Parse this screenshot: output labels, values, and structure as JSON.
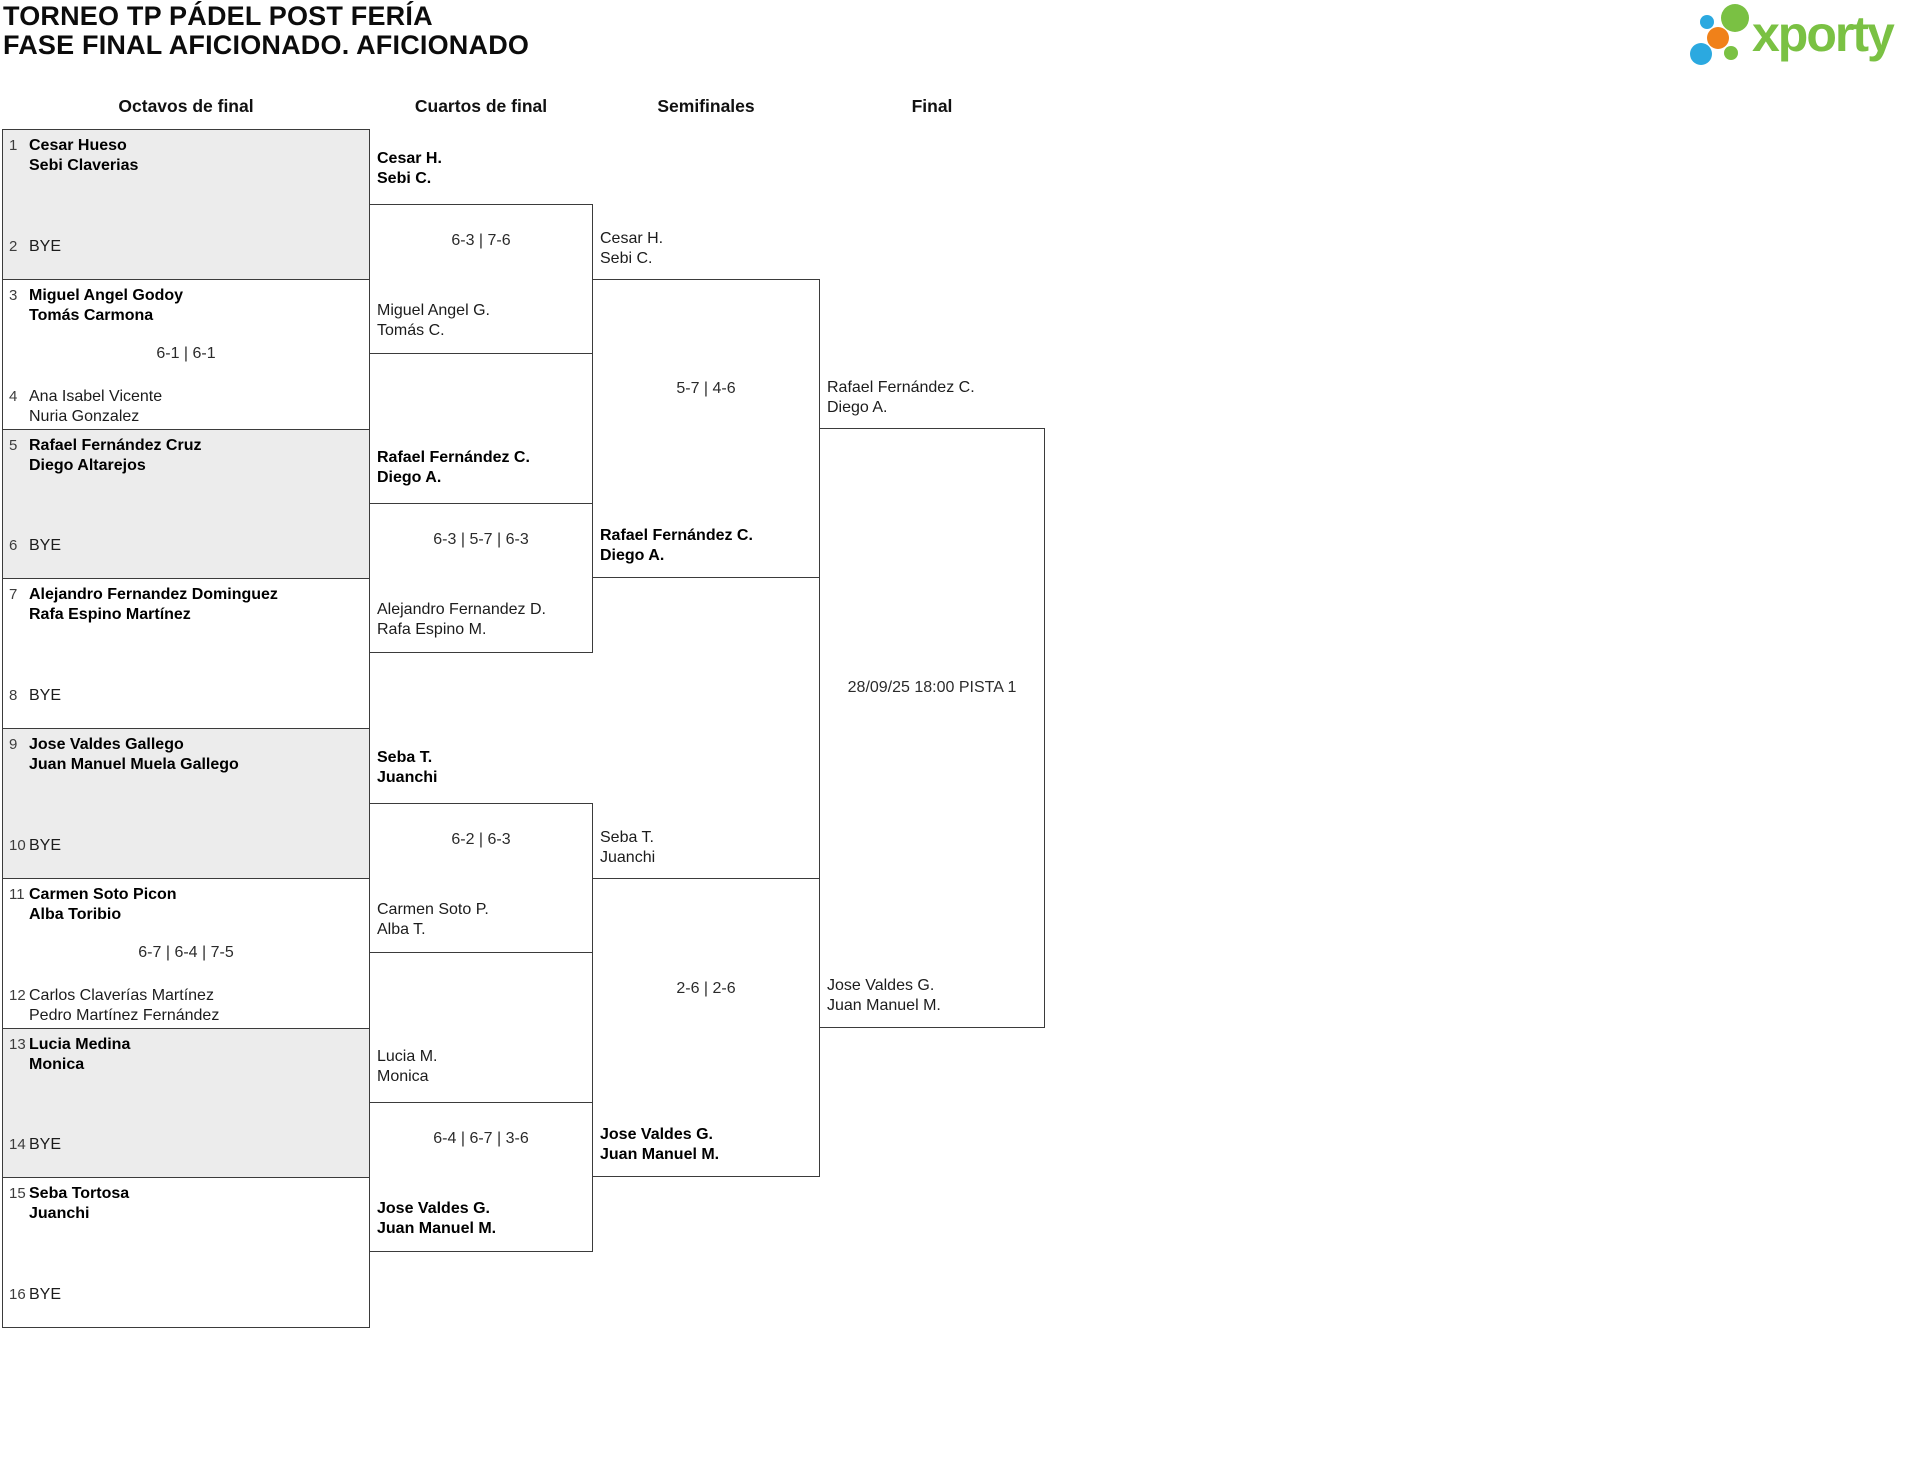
{
  "title": {
    "line1": "TORNEO TP PÁDEL POST FERÍA",
    "line2": "FASE FINAL AFICIONADO. AFICIONADO"
  },
  "logo": {
    "wordmark": "xporty",
    "colors": {
      "green": "#7AC143",
      "blue": "#2BA9E0",
      "orange": "#F08119"
    }
  },
  "rounds": [
    {
      "label": "Octavos de final"
    },
    {
      "label": "Cuartos de final"
    },
    {
      "label": "Semifinales"
    },
    {
      "label": "Final"
    }
  ],
  "octavos": [
    {
      "seed_a": "1",
      "team_a_1": "Cesar Hueso",
      "team_a_2": "Sebi Claverias",
      "a_winner": true,
      "seed_b": "2",
      "team_b_1": "BYE",
      "team_b_2": "",
      "b_winner": false,
      "score": "",
      "shaded": true
    },
    {
      "seed_a": "3",
      "team_a_1": "Miguel Angel Godoy",
      "team_a_2": "Tomás Carmona",
      "a_winner": true,
      "seed_b": "4",
      "team_b_1": "Ana Isabel Vicente",
      "team_b_2": "Nuria Gonzalez",
      "b_winner": false,
      "score": "6-1 | 6-1",
      "shaded": false
    },
    {
      "seed_a": "5",
      "team_a_1": "Rafael Fernández Cruz",
      "team_a_2": "Diego Altarejos",
      "a_winner": true,
      "seed_b": "6",
      "team_b_1": "BYE",
      "team_b_2": "",
      "b_winner": false,
      "score": "",
      "shaded": true
    },
    {
      "seed_a": "7",
      "team_a_1": "Alejandro Fernandez Dominguez",
      "team_a_2": "Rafa Espino Martínez",
      "a_winner": true,
      "seed_b": "8",
      "team_b_1": "BYE",
      "team_b_2": "",
      "b_winner": false,
      "score": "",
      "shaded": false
    },
    {
      "seed_a": "9",
      "team_a_1": "Jose Valdes Gallego",
      "team_a_2": "Juan Manuel Muela Gallego",
      "a_winner": true,
      "seed_b": "10",
      "team_b_1": "BYE",
      "team_b_2": "",
      "b_winner": false,
      "score": "",
      "shaded": true
    },
    {
      "seed_a": "11",
      "team_a_1": "Carmen Soto Picon",
      "team_a_2": "Alba Toribio",
      "a_winner": true,
      "seed_b": "12",
      "team_b_1": "Carlos Claverías Martínez",
      "team_b_2": "Pedro Martínez Fernández",
      "b_winner": false,
      "score": "6-7 | 6-4 | 7-5",
      "shaded": false
    },
    {
      "seed_a": "13",
      "team_a_1": "Lucia Medina",
      "team_a_2": "Monica",
      "a_winner": true,
      "seed_b": "14",
      "team_b_1": "BYE",
      "team_b_2": "",
      "b_winner": false,
      "score": "",
      "shaded": true
    },
    {
      "seed_a": "15",
      "team_a_1": "Seba Tortosa",
      "team_a_2": "Juanchi",
      "a_winner": true,
      "seed_b": "16",
      "team_b_1": "BYE",
      "team_b_2": "",
      "b_winner": false,
      "score": "",
      "shaded": false
    }
  ],
  "cuartos": [
    {
      "top_1": "Cesar H.",
      "top_2": "Sebi C.",
      "top_winner": true,
      "score": "6-3 | 7-6",
      "bottom_1": "Miguel Angel G.",
      "bottom_2": "Tomás C.",
      "bottom_winner": false
    },
    {
      "top_1": "Rafael Fernández C.",
      "top_2": "Diego A.",
      "top_winner": true,
      "score": "6-3 | 5-7 | 6-3",
      "bottom_1": "Alejandro Fernandez D.",
      "bottom_2": "Rafa Espino M.",
      "bottom_winner": false
    },
    {
      "top_1": "Seba T.",
      "top_2": "Juanchi",
      "top_winner": true,
      "score": "6-2 | 6-3",
      "bottom_1": "Carmen Soto P.",
      "bottom_2": "Alba T.",
      "bottom_winner": false
    },
    {
      "top_1": "Lucia M.",
      "top_2": "Monica",
      "top_winner": false,
      "score": "6-4 | 6-7 | 3-6",
      "bottom_1": "Jose Valdes G.",
      "bottom_2": "Juan Manuel M.",
      "bottom_winner": true
    }
  ],
  "semifinales": [
    {
      "top_1": "Cesar H.",
      "top_2": "Sebi C.",
      "top_winner": false,
      "score": "5-7 | 4-6",
      "bottom_1": "Rafael Fernández C.",
      "bottom_2": "Diego A.",
      "bottom_winner": true
    },
    {
      "top_1": "Seba T.",
      "top_2": "Juanchi",
      "top_winner": false,
      "score": "2-6 | 2-6",
      "bottom_1": "Jose Valdes G.",
      "bottom_2": "Juan Manuel M.",
      "bottom_winner": true
    }
  ],
  "final": {
    "top_1": "Rafael Fernández C.",
    "top_2": "Diego A.",
    "schedule": "28/09/25 18:00 PISTA 1",
    "bottom_1": "Jose Valdes G.",
    "bottom_2": "Juan Manuel M."
  }
}
